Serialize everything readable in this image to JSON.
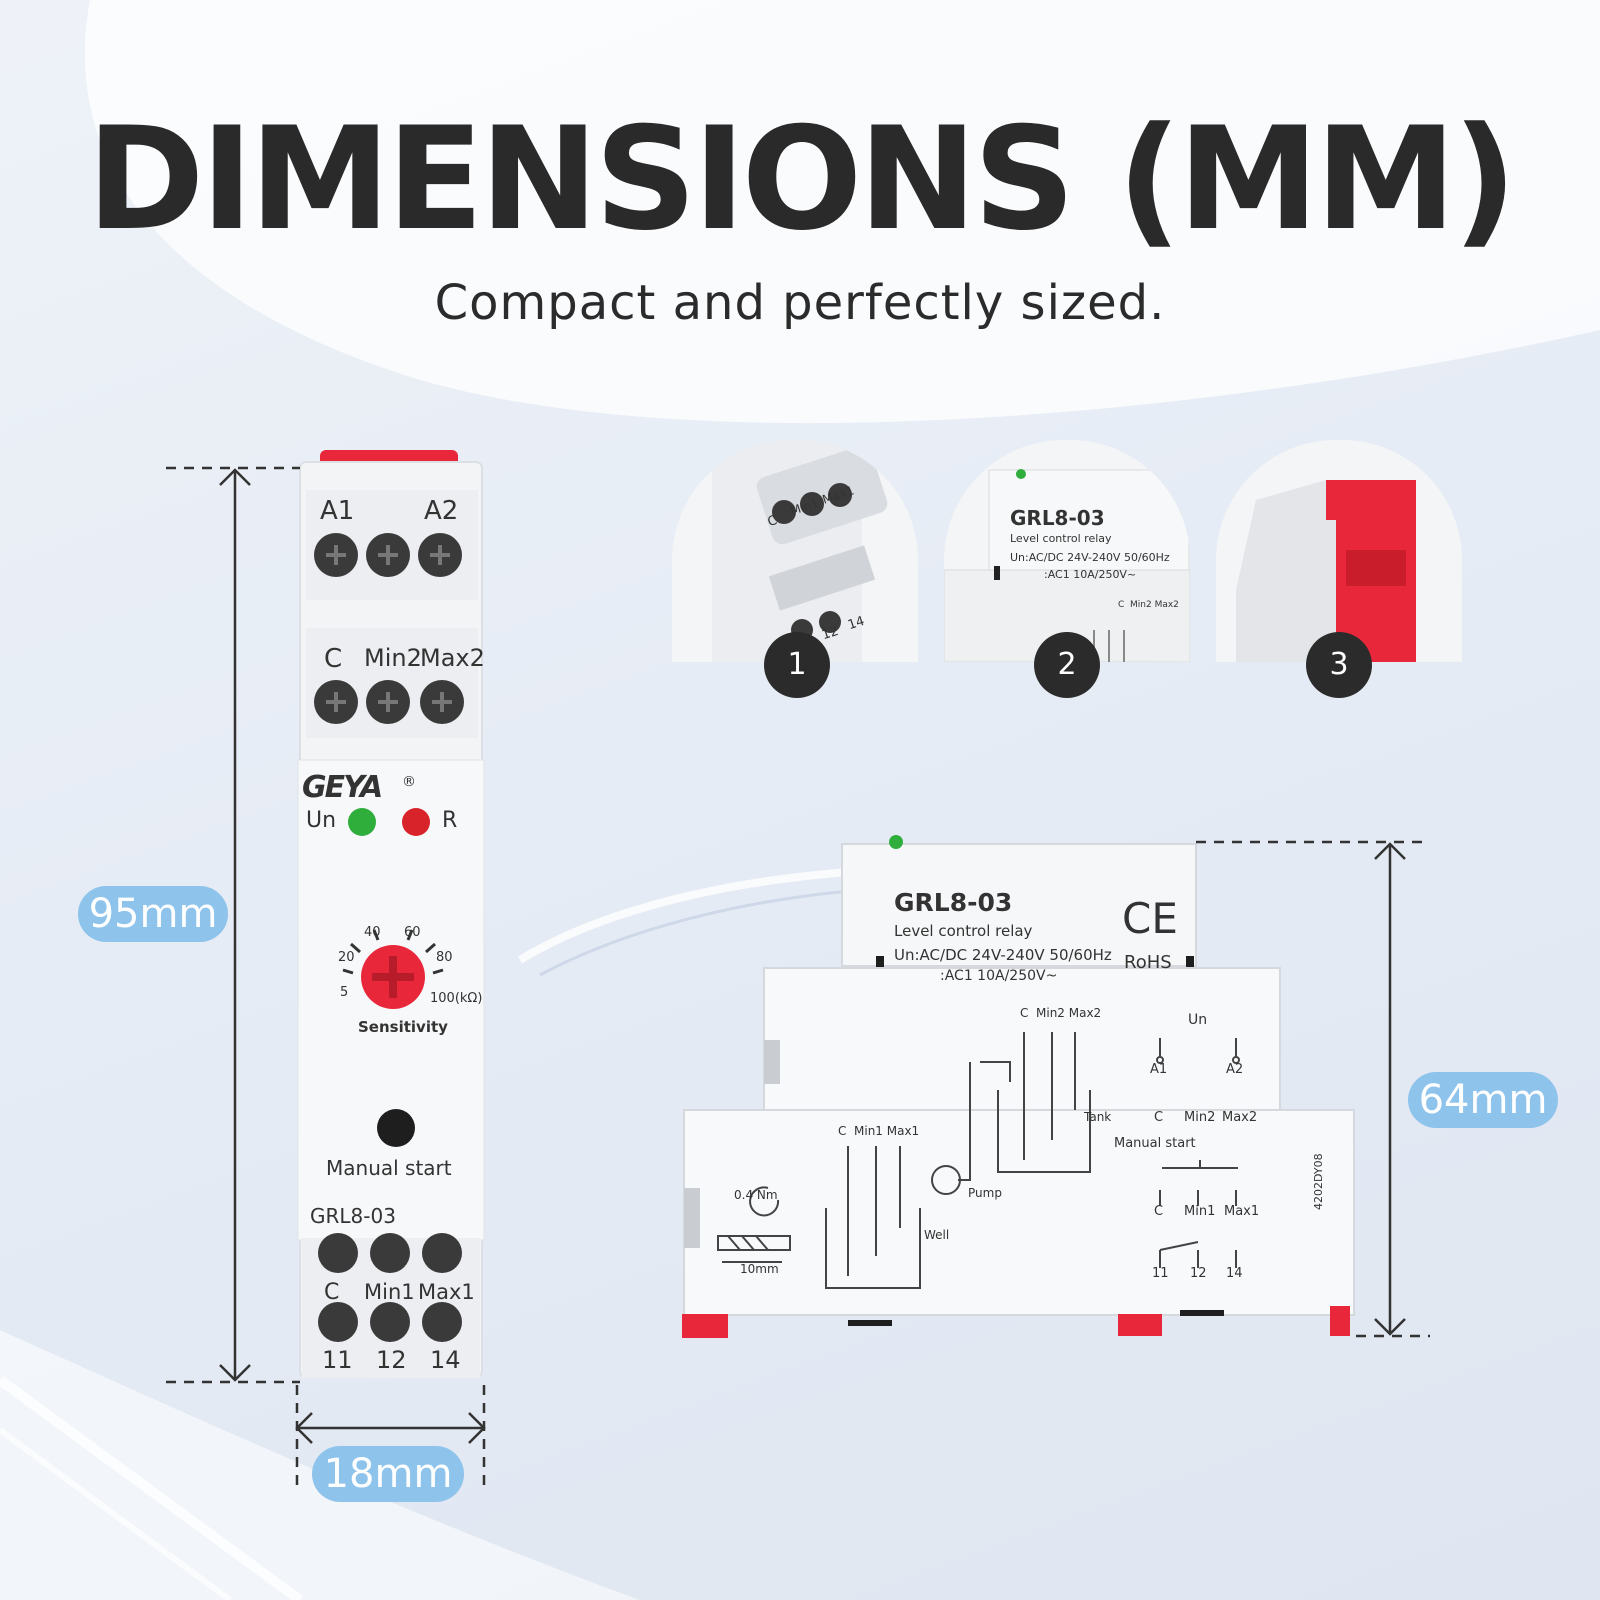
{
  "header": {
    "title": "DIMENSIONS (MM)",
    "subtitle": "Compact and perfectly sized."
  },
  "dimensions": {
    "height": "95mm",
    "width": "18mm",
    "depth": "64mm"
  },
  "badges": [
    "1",
    "2",
    "3"
  ],
  "front_view": {
    "top_terminals": [
      "A1",
      "A2"
    ],
    "middle_terminals": [
      "C",
      "Min2",
      "Max2"
    ],
    "brand": "GEYA",
    "registered": "®",
    "led_un": "Un",
    "led_r": "R",
    "dial_ticks": [
      "40",
      "60",
      "20",
      "80",
      "5",
      "100(kΩ)"
    ],
    "dial_label": "Sensitivity",
    "button_label": "Manual start",
    "model": "GRL8-03",
    "bottom_terminals": [
      "C",
      "Min1",
      "Max1"
    ],
    "bottom_numbers": [
      "11",
      "12",
      "14"
    ]
  },
  "thumb1": {
    "terminals": [
      "C",
      "Min1",
      "Max1"
    ],
    "numbers": [
      "12",
      "14"
    ]
  },
  "thumb2": {
    "model": "GRL8-03",
    "desc": "Level control relay",
    "spec1": "Un:AC/DC 24V-240V 50/60Hz",
    "spec2": ":AC1 10A/250V~",
    "terminals": "C  Min2 Max2"
  },
  "side_view": {
    "model": "GRL8-03",
    "desc": "Level control relay",
    "spec1": "Un:AC/DC 24V-240V 50/60Hz",
    "spec2": ":AC1 10A/250V~",
    "ce": "CE",
    "rohs": "RoHS",
    "diagram_top_labels": "C  Min2 Max2",
    "diagram_left_labels": "C  Min1 Max1",
    "tank": "Tank",
    "pump": "Pump",
    "well": "Well",
    "torque": "0.4 Nm",
    "strip": "10mm",
    "un": "Un",
    "a1": "A1",
    "a2": "A2",
    "c_top": "C",
    "min2": "Min2",
    "max2": "Max2",
    "manual_start": "Manual start",
    "c_mid": "C",
    "min1": "Min1",
    "max1": "Max1",
    "n11": "11",
    "n12": "12",
    "n14": "14",
    "serial": "4202DY08"
  },
  "colors": {
    "title": "#2a2a2a",
    "pill": "#8ec3ec",
    "accent_red": "#e8283a",
    "led_green": "#2fae3c",
    "led_red": "#d8232a",
    "badge": "#2b2b2b"
  }
}
